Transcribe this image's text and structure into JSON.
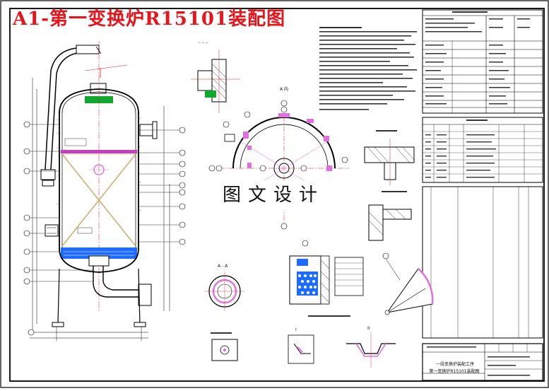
{
  "title": "A1-第一变换炉R15101装配图",
  "watermark": "图文设计",
  "section_views": {
    "view_a": "A 向",
    "section_aa": "A - A",
    "detail_i": "I",
    "detail_ii": "II"
  },
  "title_block": {
    "line1": "一段变换炉装配工序",
    "line2": "第一变换炉R15101装配图"
  },
  "colors": {
    "title_red": "#e8141c",
    "catalyst_blue": "#1e6cff",
    "support_green": "#10a830",
    "tray_magenta": "#c040c0",
    "bed_tan": "#c8b070",
    "nozzle_pink": "#e070e0"
  }
}
